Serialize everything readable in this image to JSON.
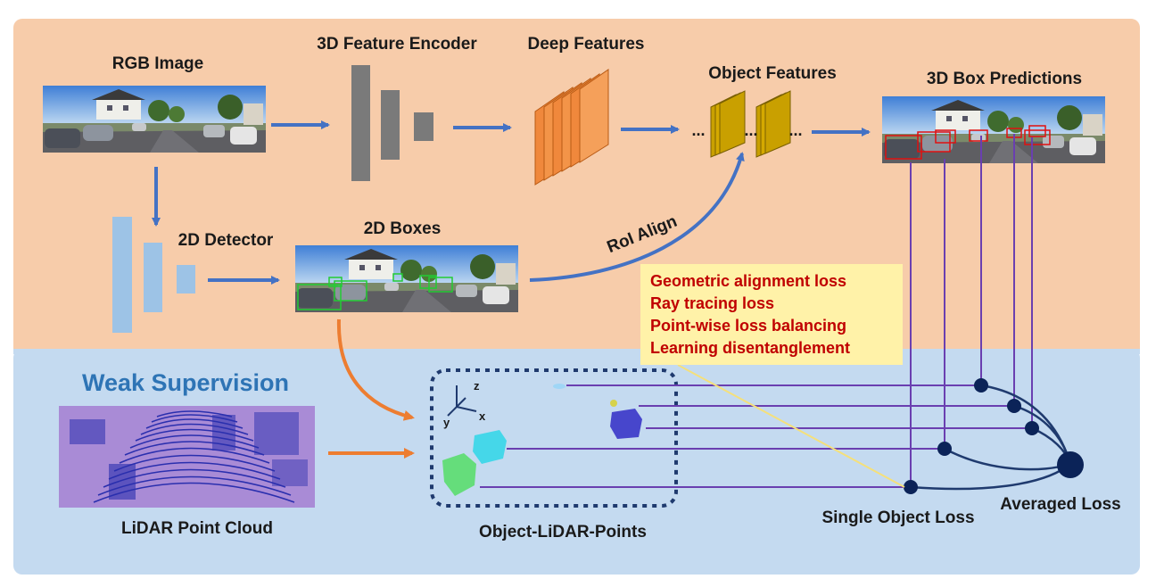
{
  "colors": {
    "top_panel": "#f7ccaa",
    "bottom_panel": "#c4daf0",
    "arrow_blue": "#4472c4",
    "arrow_orange": "#ed7d31",
    "encoder_gray": "#7a7a7a",
    "detector_blue": "#9dc3e6",
    "feature_orange": "#f0883c",
    "object_feature_gold": "#c9a000",
    "loss_line_purple": "#6a3fb0",
    "loss_node_navy": "#0b2358",
    "callout_fill": "#fff2a8",
    "callout_text": "#c00000",
    "weak_supervision_blue": "#2e74b5",
    "lidar_bg": "#a98bd6",
    "lidar_points": "#2a2fae"
  },
  "labels": {
    "rgb_image": "RGB Image",
    "feature_encoder": "3D Feature Encoder",
    "deep_features": "Deep Features",
    "object_features": "Object Features",
    "box_predictions": "3D Box Predictions",
    "detector_2d": "2D Detector",
    "boxes_2d": "2D Boxes",
    "roi_align": "RoI Align",
    "weak_supervision": "Weak Supervision",
    "lidar_point_cloud": "LiDAR Point Cloud",
    "object_lidar_points": "Object-LiDAR-Points",
    "single_object_loss": "Single Object Loss",
    "averaged_loss": "Averaged Loss",
    "ellipsis": "...",
    "axis_z": "z",
    "axis_y": "y",
    "axis_x": "x"
  },
  "loss_items": [
    "Geometric alignment loss",
    "Ray tracing loss",
    "Point-wise loss balancing",
    "Learning disentanglement"
  ],
  "icons": {
    "rgb_image": "street-photo-icon",
    "boxes_2d": "street-photo-green-boxes-icon",
    "box_predictions": "street-photo-red-boxes-icon",
    "lidar": "lidar-scan-icon"
  }
}
